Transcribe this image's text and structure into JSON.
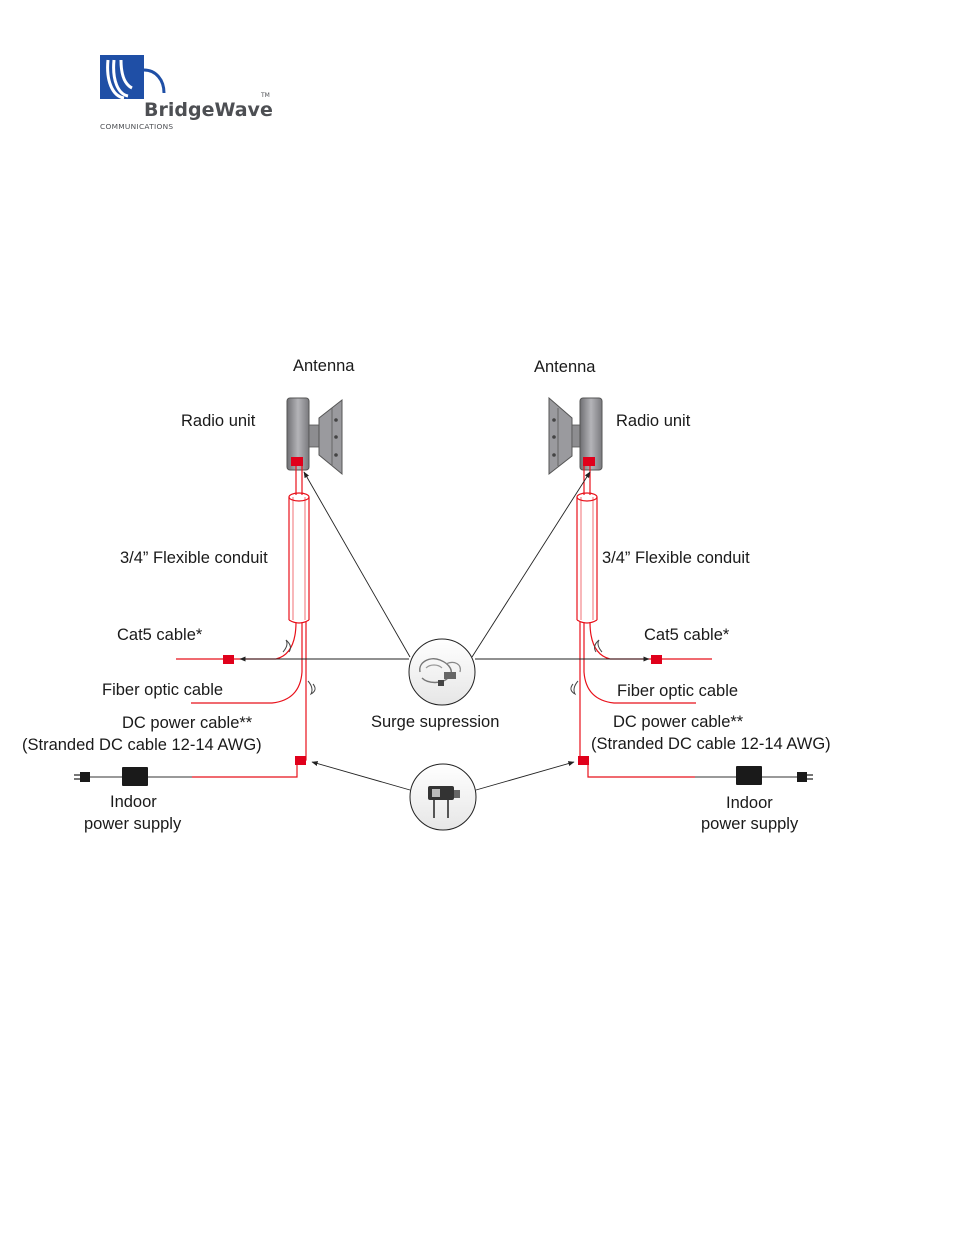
{
  "logo": {
    "name": "BridgeWave",
    "tagline": "COMMUNICATIONS",
    "trademark": "TM",
    "brand_color": "#1f4fa6"
  },
  "labels": {
    "antenna_left": "Antenna",
    "antenna_right": "Antenna",
    "radio_unit_left": "Radio unit",
    "radio_unit_right": "Radio unit",
    "conduit_left": "3/4” Flexible conduit",
    "conduit_right": "3/4” Flexible conduit",
    "cat5_left": "Cat5 cable*",
    "cat5_right": "Cat5 cable*",
    "fiber_left": "Fiber optic cable",
    "fiber_right": "Fiber optic cable",
    "dc_left_1": "DC power cable**",
    "dc_left_2": "(Stranded DC cable 12-14 AWG)",
    "dc_right_1": "DC power cable**",
    "dc_right_2": "(Stranded DC cable 12-14 AWG)",
    "surge": "Surge supression",
    "psu_left_1": "Indoor",
    "psu_left_2": "power supply",
    "psu_right_1": "Indoor",
    "psu_right_2": "power supply"
  },
  "colors": {
    "cable": "#e8101a",
    "connector": "#e0001b",
    "line": "#222222",
    "unit": "#8a8a8a"
  },
  "icons": [
    "radio-unit-icon",
    "surge-protector-cable-icon",
    "surge-protector-dc-icon",
    "power-supply-icon",
    "plug-icon"
  ]
}
